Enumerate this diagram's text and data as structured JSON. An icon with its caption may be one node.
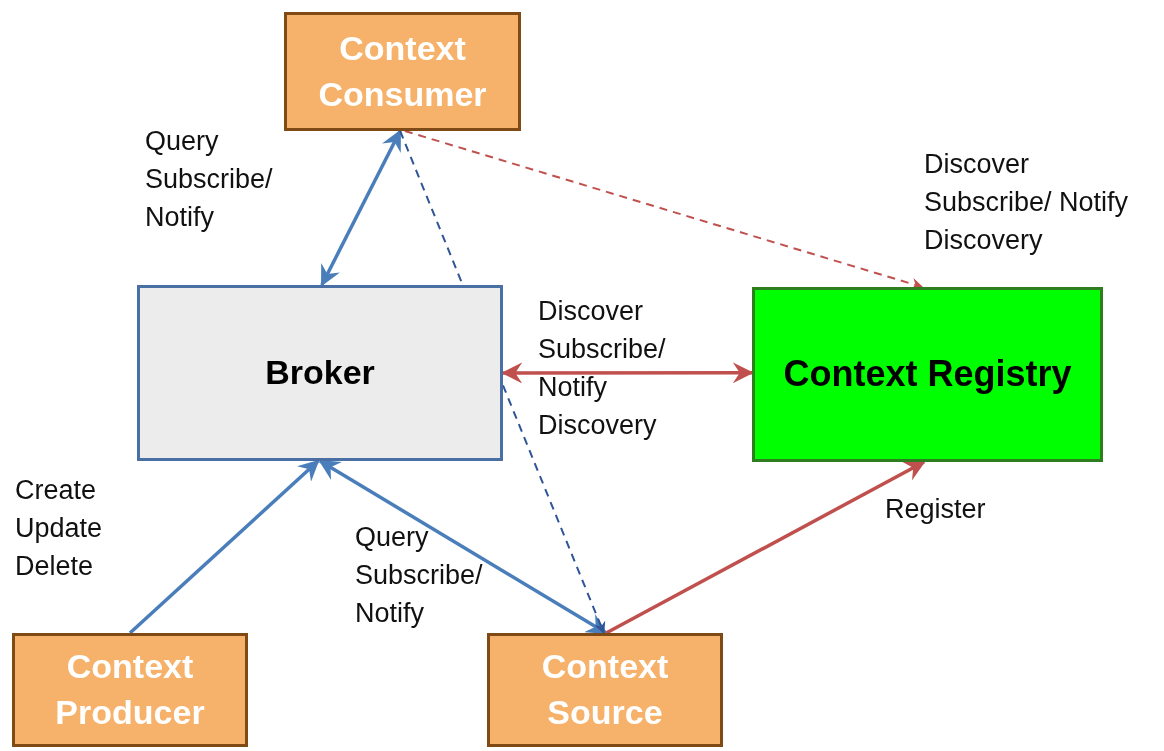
{
  "diagram": {
    "nodes": [
      {
        "text": [
          "Context Consumer"
        ]
      },
      {
        "text": [
          "Broker"
        ]
      },
      {
        "text": [
          "Context Registry"
        ]
      },
      {
        "text": [
          "Context Producer"
        ]
      },
      {
        "text": [
          "Context Source"
        ]
      }
    ],
    "edges": [
      {
        "from": 0,
        "to": 1,
        "arrow": "both",
        "label": "Query Subscribe/ Notify"
      },
      {
        "from": 0,
        "to": 1,
        "arrow": "none",
        "style": "dashed",
        "color": "#2f5597"
      },
      {
        "from": 0,
        "to": 2,
        "arrow": "to",
        "style": "dashed",
        "color": "#c0504d",
        "label": "Discover Subscribe/ Notify Discovery"
      },
      {
        "from": 1,
        "to": 2,
        "arrow": "both",
        "color": "#c0504d",
        "label": "Discover Subscribe/ Notify Discovery"
      },
      {
        "from": 3,
        "to": 1,
        "arrow": "to",
        "label": "Create Update Delete"
      },
      {
        "from": 1,
        "to": 4,
        "arrow": "both",
        "label": "Query Subscribe/ Notify"
      },
      {
        "from": 1,
        "to": 4,
        "arrow": "to",
        "style": "dashed",
        "color": "#2f5597"
      },
      {
        "from": 4,
        "to": 2,
        "arrow": "to",
        "color": "#c0504d",
        "label": "Register"
      }
    ]
  }
}
